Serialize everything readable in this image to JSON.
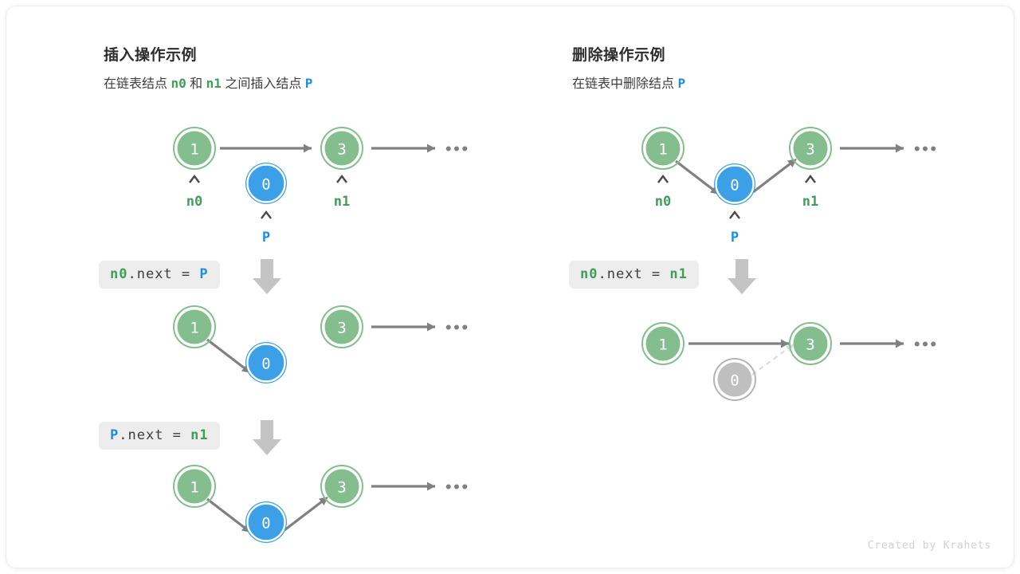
{
  "credit": "Created by Krahets",
  "colors": {
    "node_green_fill": "#84be8e",
    "node_green_ring": "#84be8e",
    "node_blue_fill": "#3ca0e8",
    "node_blue_ring": "#3ca0e8",
    "node_gray_fill": "#bfbfbf",
    "node_gray_ring": "#b5b5b5",
    "arrow": "#808080",
    "arrow_faded": "#d8d8d8",
    "label_green": "#3f9e5a",
    "label_blue": "#1a8fe0",
    "code_bg": "#ededed",
    "text": "#3d3d3d",
    "big_arrow": "#c4c4c4"
  },
  "panels": [
    {
      "id": "insert",
      "title": "插入操作示例",
      "subtitle": {
        "parts": [
          {
            "text": "在链表结点 ",
            "style": "plain"
          },
          {
            "text": "n0",
            "style": "green"
          },
          {
            "text": " 和 ",
            "style": "plain"
          },
          {
            "text": "n1",
            "style": "green"
          },
          {
            "text": " 之间插入结点 ",
            "style": "plain"
          },
          {
            "text": "P",
            "style": "blue"
          }
        ]
      },
      "steps": [
        {
          "code": null,
          "nodes": [
            {
              "value": "1",
              "color": "green",
              "label": "n0",
              "label_color": "green",
              "pointer": true
            },
            {
              "value": "0",
              "color": "blue",
              "label": "P",
              "label_color": "blue",
              "pointer": true
            },
            {
              "value": "3",
              "color": "green",
              "label": "n1",
              "label_color": "green",
              "pointer": true
            }
          ],
          "ellipsis": "•••"
        },
        {
          "code": {
            "parts": [
              {
                "text": "n0",
                "style": "green"
              },
              {
                "text": ".next = ",
                "style": "plain"
              },
              {
                "text": "P",
                "style": "blue"
              }
            ]
          },
          "nodes": [
            {
              "value": "1",
              "color": "green"
            },
            {
              "value": "0",
              "color": "blue"
            },
            {
              "value": "3",
              "color": "green"
            }
          ],
          "ellipsis": "•••"
        },
        {
          "code": {
            "parts": [
              {
                "text": "P",
                "style": "blue"
              },
              {
                "text": ".next = ",
                "style": "plain"
              },
              {
                "text": "n1",
                "style": "green"
              }
            ]
          },
          "nodes": [
            {
              "value": "1",
              "color": "green"
            },
            {
              "value": "0",
              "color": "blue"
            },
            {
              "value": "3",
              "color": "green"
            }
          ],
          "ellipsis": "•••"
        }
      ]
    },
    {
      "id": "delete",
      "title": "删除操作示例",
      "subtitle": {
        "parts": [
          {
            "text": "在链表中删除结点 ",
            "style": "plain"
          },
          {
            "text": "P",
            "style": "blue"
          }
        ]
      },
      "steps": [
        {
          "code": null,
          "nodes": [
            {
              "value": "1",
              "color": "green",
              "label": "n0",
              "label_color": "green",
              "pointer": true
            },
            {
              "value": "0",
              "color": "blue",
              "label": "P",
              "label_color": "blue",
              "pointer": true
            },
            {
              "value": "3",
              "color": "green",
              "label": "n1",
              "label_color": "green",
              "pointer": true
            }
          ],
          "ellipsis": "•••"
        },
        {
          "code": {
            "parts": [
              {
                "text": "n0",
                "style": "green"
              },
              {
                "text": ".next = ",
                "style": "plain"
              },
              {
                "text": "n1",
                "style": "green"
              }
            ]
          },
          "nodes": [
            {
              "value": "1",
              "color": "green"
            },
            {
              "value": "0",
              "color": "gray"
            },
            {
              "value": "3",
              "color": "green"
            }
          ],
          "ellipsis": "•••"
        }
      ]
    }
  ]
}
